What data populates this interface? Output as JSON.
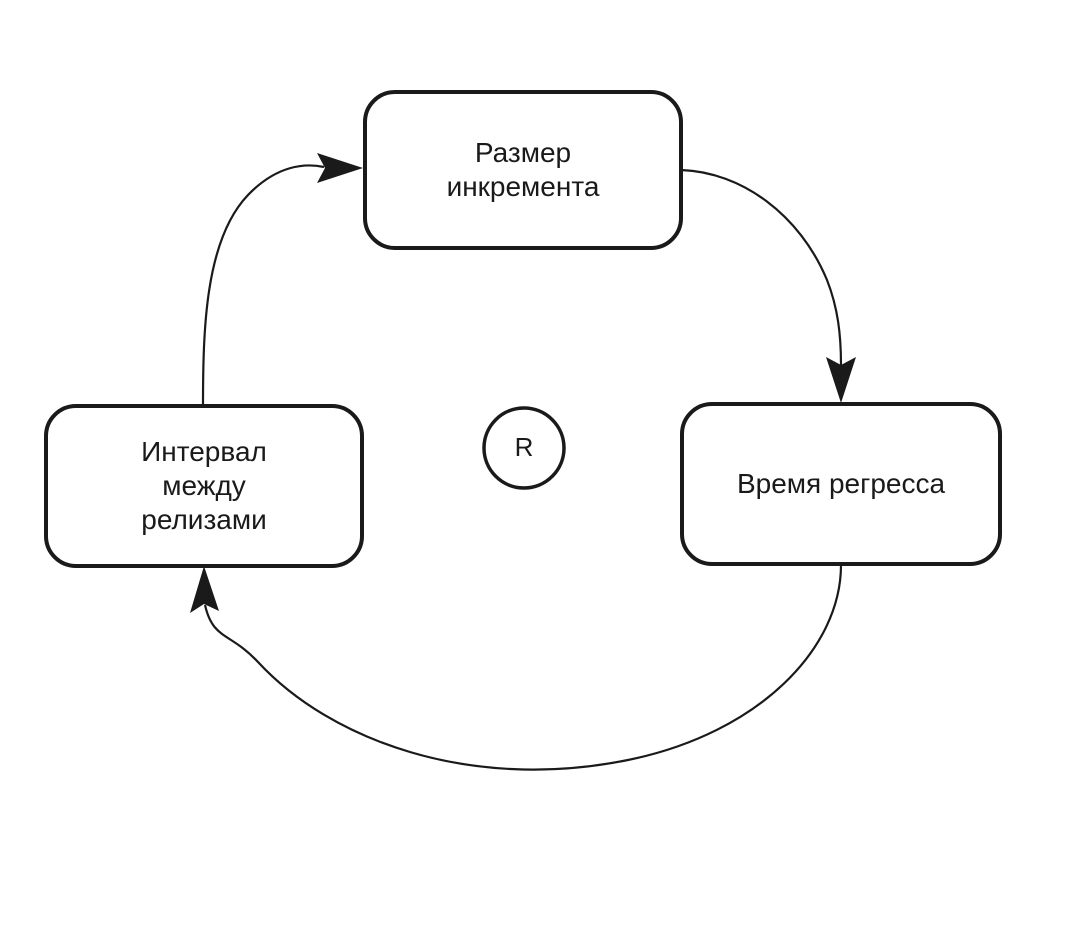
{
  "diagram": {
    "kind": "causal-loop-diagram",
    "background_color": "#ffffff",
    "stroke_color": "#1a1a1a",
    "text_color": "#1a1a1a",
    "loop_marker": {
      "label": "R",
      "meaning": "reinforcing-loop"
    },
    "nodes": [
      {
        "id": "increment-size",
        "label": "Размер\nинкремента",
        "shape": "rounded-rectangle",
        "position": "top"
      },
      {
        "id": "release-interval",
        "label": "Интервал\nмежду\nрелизами",
        "shape": "rounded-rectangle",
        "position": "left"
      },
      {
        "id": "regression-time",
        "label": "Время регресса",
        "shape": "rounded-rectangle",
        "position": "right"
      }
    ],
    "edges": [
      {
        "id": "release-interval-to-increment-size",
        "from": "release-interval",
        "to": "increment-size",
        "style": "curved",
        "arrowhead": "filled-triangle"
      },
      {
        "id": "increment-size-to-regression-time",
        "from": "increment-size",
        "to": "regression-time",
        "style": "curved",
        "arrowhead": "filled-triangle"
      },
      {
        "id": "regression-time-to-release-interval",
        "from": "regression-time",
        "to": "release-interval",
        "style": "curved",
        "arrowhead": "filled-triangle"
      }
    ]
  }
}
